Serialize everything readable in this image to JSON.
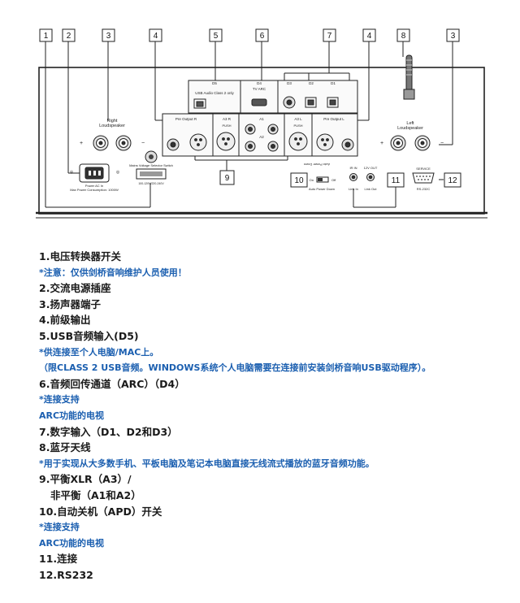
{
  "callouts": [
    "1",
    "2",
    "3",
    "4",
    "5",
    "6",
    "7",
    "4",
    "8",
    "3"
  ],
  "bottom_callouts": [
    "9",
    "10",
    "11",
    "12"
  ],
  "panel": {
    "right_speaker": "Right\nLoudspeaker",
    "left_speaker": "Left\nLoudspeaker",
    "preout_r": "Pre Output R",
    "preout_l": "Pre Output L",
    "a3r": "A3 R",
    "a3l": "A3 L",
    "push": "PUSH",
    "d5": "D5",
    "usb_label": "USB Audio Class 2 only",
    "d4": "D4",
    "tv_arc": "TV ARC",
    "d3": "D3",
    "d2": "D2",
    "d1": "D1",
    "a1": "A1",
    "a2": "A2",
    "power": "Power AC In",
    "voltage": "Mains Voltage Selector Switch",
    "apd": "Auto Power Down",
    "ir": "IR IN",
    "trig": "12V OUT",
    "link_in": "Link In",
    "link_out": "Link Out",
    "rs232": "RS-232C",
    "service": "SERVICE",
    "on": "On",
    "off": "Off"
  },
  "legend": [
    {
      "text": "1.电压转换器开关",
      "type": "main"
    },
    {
      "text": "*注意：仅供剑桥音响维护人员使用！",
      "type": "note"
    },
    {
      "text": "2.交流电源插座",
      "type": "main"
    },
    {
      "text": "3.扬声器端子",
      "type": "main"
    },
    {
      "text": "4.前级输出",
      "type": "main"
    },
    {
      "text": "5.USB音频输入(D5)",
      "type": "main"
    },
    {
      "text": "*供连接至个人电脑/MAC上。",
      "type": "note"
    },
    {
      "text": "（限CLASS 2 USB音频。WINDOWS系统个人电脑需要在连接前安装剑桥音响USB驱动程序）。",
      "type": "note"
    },
    {
      "text": "6.音频回传通道（ARC）（D4）",
      "type": "main"
    },
    {
      "text": "*连接支持",
      "type": "note"
    },
    {
      "text": "ARC功能的电视",
      "type": "note"
    },
    {
      "text": "7.数字输入（D1、D2和D3）",
      "type": "main"
    },
    {
      "text": "8.蓝牙天线",
      "type": "main"
    },
    {
      "text": "*用于实现从大多数手机、平板电脑及笔记本电脑直接无线流式播放的蓝牙音频功能。",
      "type": "note"
    },
    {
      "text": "9.平衡XLR（A3）/",
      "type": "main"
    },
    {
      "text": "非平衡（A1和A2）",
      "type": "main-indent"
    },
    {
      "text": "10.自动关机（APD）开关",
      "type": "main"
    },
    {
      "text": "*连接支持",
      "type": "note"
    },
    {
      "text": "ARC功能的电视",
      "type": "note"
    },
    {
      "text": "11.连接",
      "type": "main"
    },
    {
      "text": "12.RS232",
      "type": "main"
    }
  ]
}
